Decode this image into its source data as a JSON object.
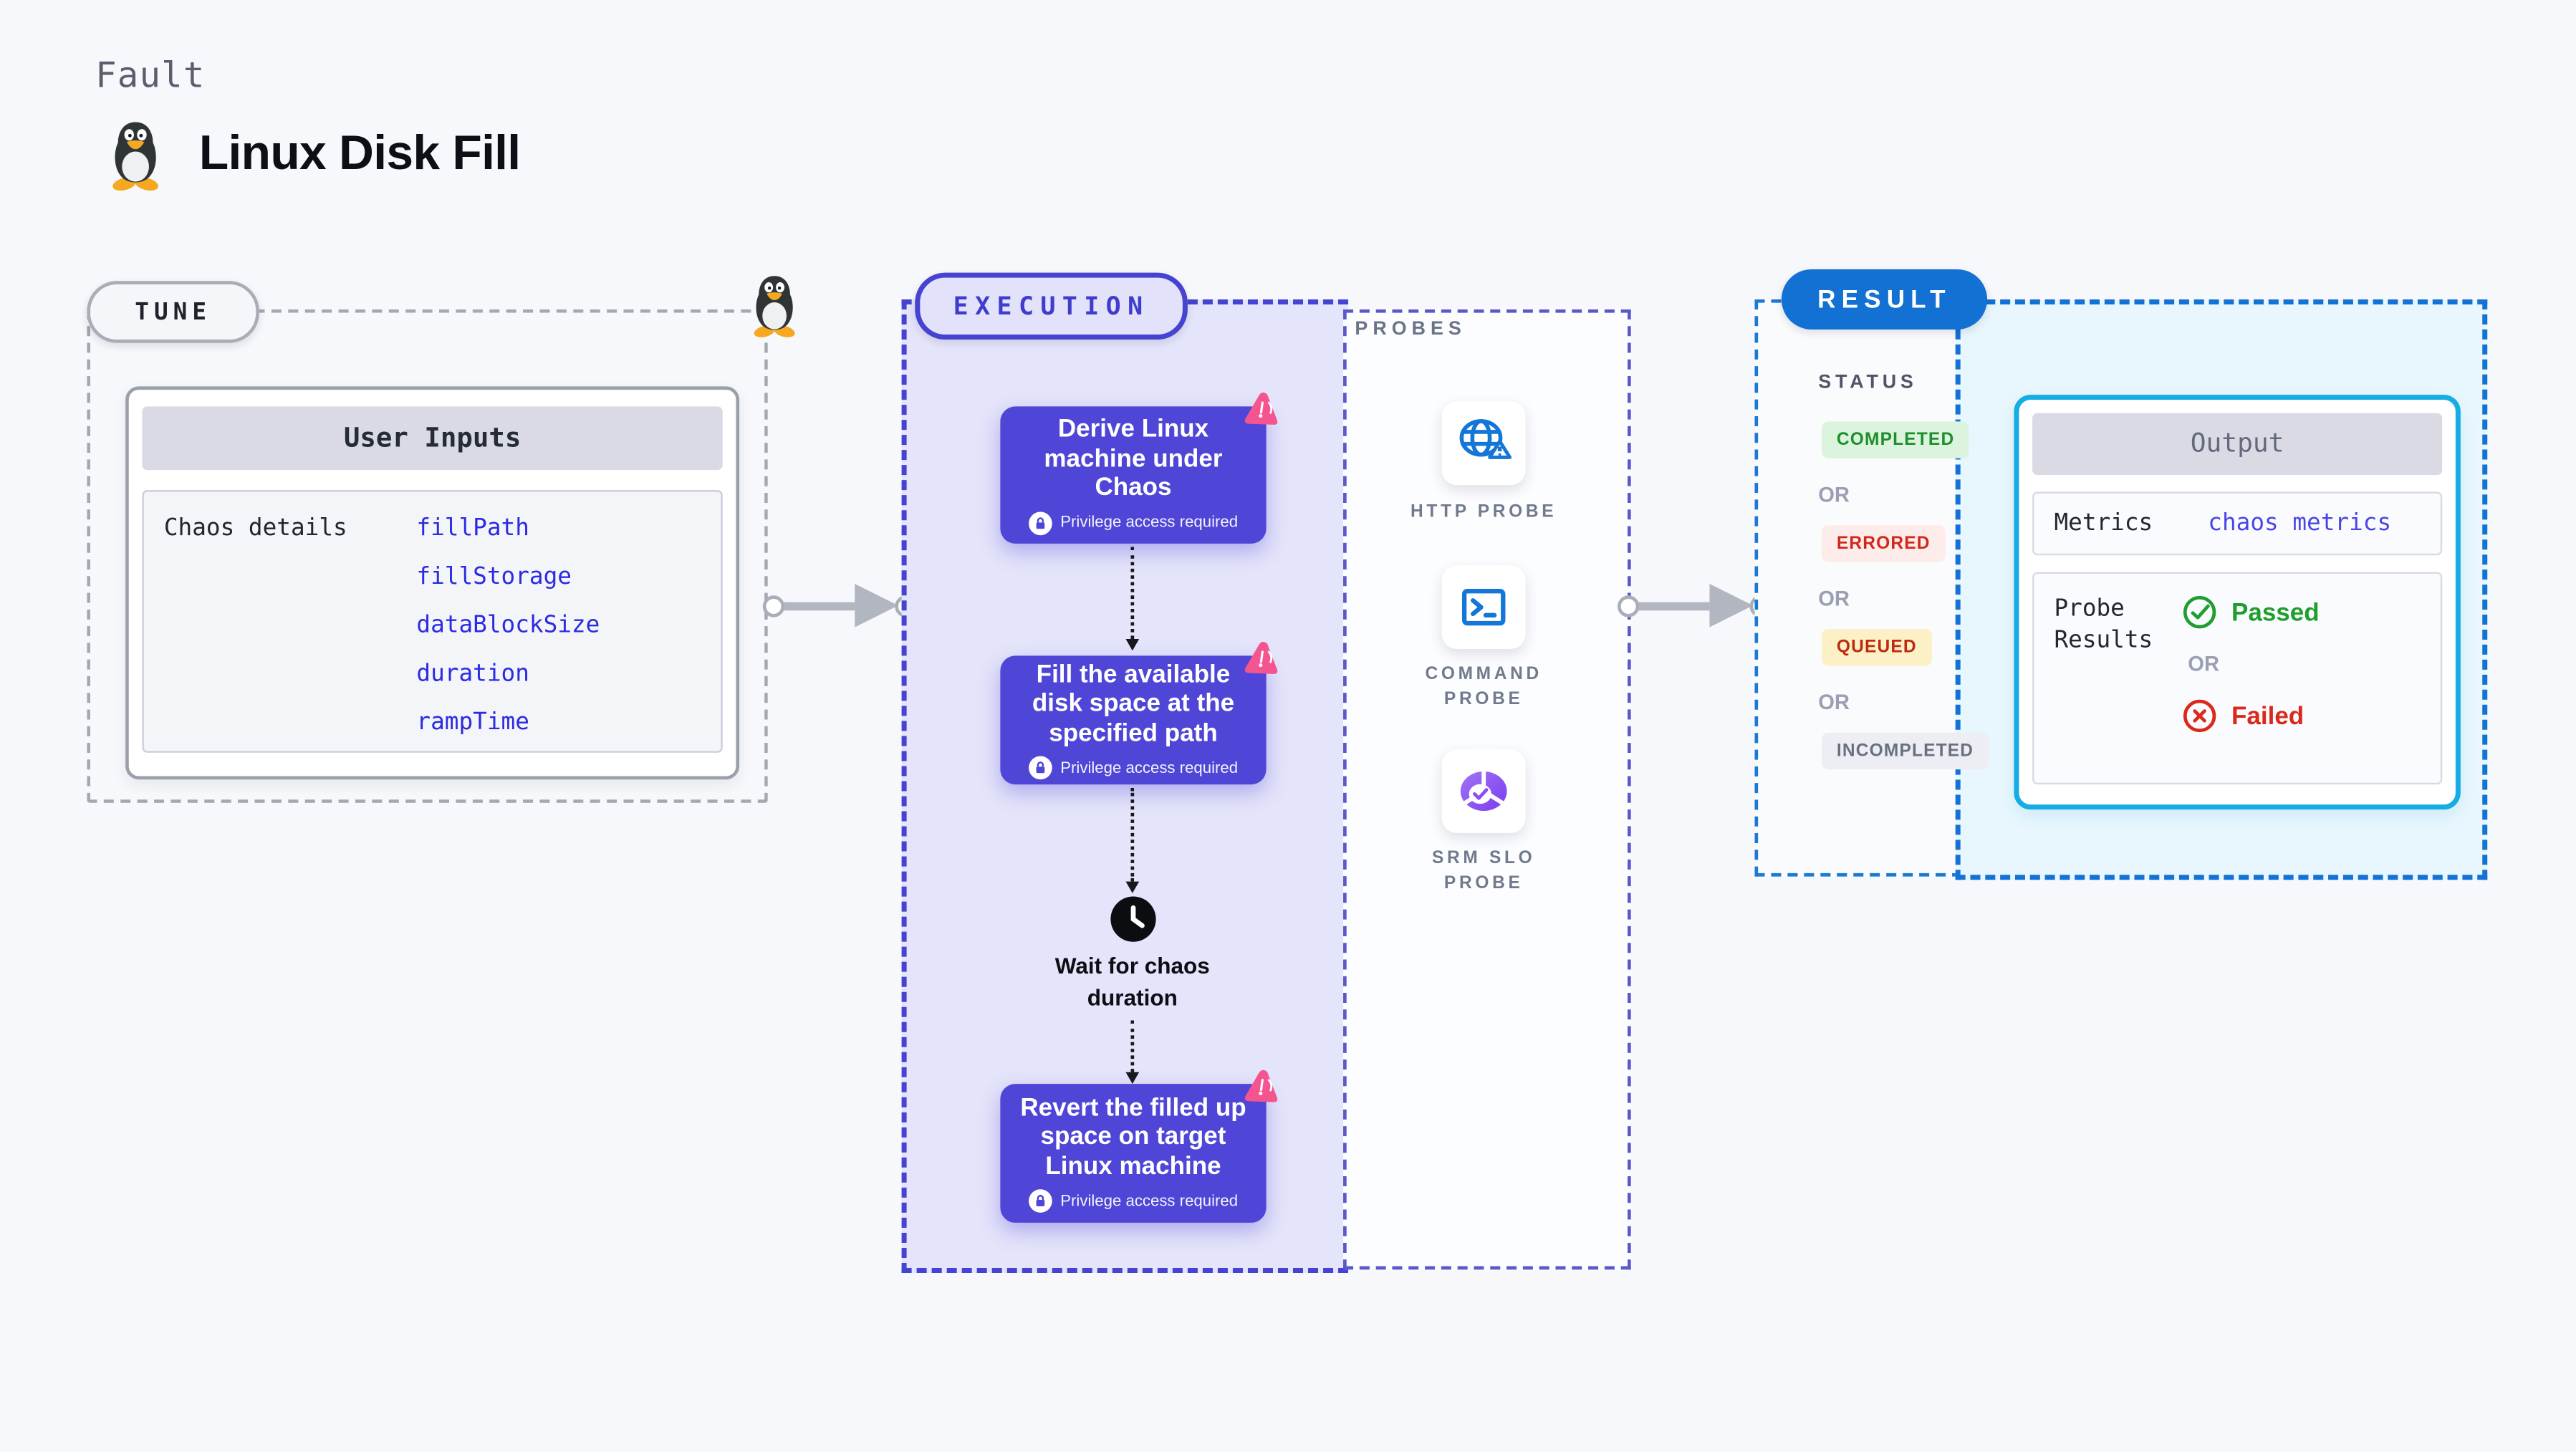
{
  "header": {
    "eyebrow": "Fault",
    "title": "Linux Disk Fill"
  },
  "tune": {
    "label": "TUNE",
    "user_inputs": {
      "header": "User Inputs",
      "row_label": "Chaos details",
      "params": [
        "fillPath",
        "fillStorage",
        "dataBlockSize",
        "duration",
        "rampTime"
      ]
    }
  },
  "execution": {
    "label": "EXECUTION",
    "steps": [
      {
        "title": "Derive Linux machine under Chaos",
        "badge": "Privilege access required"
      },
      {
        "title": "Fill the available disk space at the specified path",
        "badge": "Privilege access required"
      },
      {
        "title": "Revert the filled up space on target Linux machine",
        "badge": "Privilege access required"
      }
    ],
    "wait_step": {
      "label": "Wait for chaos duration"
    }
  },
  "probes": {
    "label": "PROBES",
    "items": [
      {
        "name": "HTTP PROBE",
        "icon": "globe-alert-icon"
      },
      {
        "name": "COMMAND PROBE",
        "icon": "terminal-icon"
      },
      {
        "name": "SRM SLO PROBE",
        "icon": "slo-donut-icon"
      }
    ]
  },
  "result": {
    "label": "RESULT",
    "status": {
      "heading": "STATUS",
      "separator": "OR",
      "badges": [
        {
          "text": "COMPLETED",
          "fg": "#1d8f2c",
          "bg": "#dcf3dd"
        },
        {
          "text": "ERRORED",
          "fg": "#d2281b",
          "bg": "#fdecea"
        },
        {
          "text": "QUEUED",
          "fg": "#bf2a0e",
          "bg": "#fcf0c7"
        },
        {
          "text": "INCOMPLETED",
          "fg": "#68707f",
          "bg": "#eceef4"
        }
      ]
    },
    "output": {
      "header": "Output",
      "metrics_label": "Metrics",
      "metrics_link": "chaos metrics",
      "probe_results_label": "Probe Results",
      "passed": "Passed",
      "separator": "OR",
      "failed": "Failed"
    }
  },
  "colors": {
    "page_bg": "#f7f8fb",
    "node_purple": "#4f46d8",
    "execution_indigo": "#4643d1",
    "execution_fill": "#e4e4fa",
    "chaos_pink": "#f4548f",
    "probe_blue": "#1476d7",
    "slo_purple": "#7b3df0",
    "result_blue": "#1371d3",
    "output_border_cyan": "#15ade3",
    "output_panel_fill": "#e8f7fd",
    "passed_green": "#1f9e2e",
    "failed_red": "#da291b",
    "link_blue": "#2b2be2"
  }
}
